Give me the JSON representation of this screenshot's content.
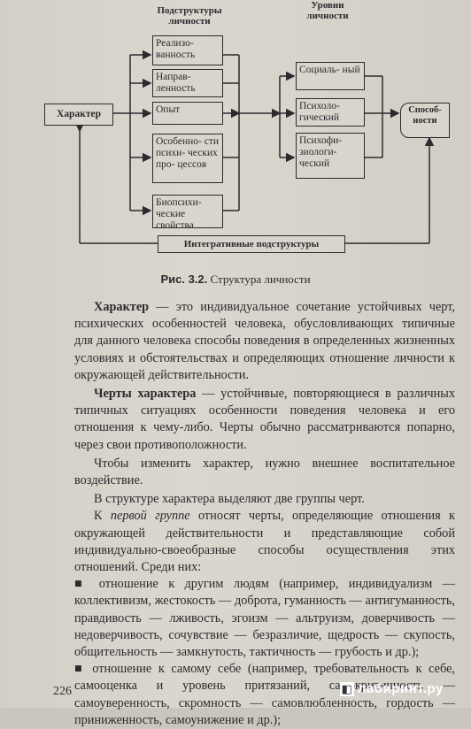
{
  "diagram": {
    "header_substructures": "Подструктуры личности",
    "header_levels": "Уровни личности",
    "character": "Характер",
    "substructures": [
      "Реализо- ванность",
      "Направ- ленность",
      "Опыт",
      "Особенно- сти психи- ческих про- цессов",
      "Биопсихи- ческие свойства"
    ],
    "levels": [
      "Социаль- ный",
      "Психоло- гический",
      "Психофи- зиологи- ческий"
    ],
    "abilities": "Способ- ности",
    "integrative": "Интегративные подструктуры"
  },
  "caption": {
    "label": "Рис. 3.2.",
    "text": "Структура личности"
  },
  "paragraphs": {
    "p1_term": "Характер",
    "p1_text": " — это индивидуальное сочетание устойчивых черт, психических особенностей человека, обусловливающих типичные для данного человека способы поведения в определенных жизненных условиях и обстоятельствах и определяющих отношение личности к окружающей действительности.",
    "p2_term": "Черты характера",
    "p2_text": " — устойчивые, повторяющиеся в различных типичных ситуациях особенности поведения человека и его отношения к чему-либо. Черты обычно рассматриваются попарно, через свои противоположности.",
    "p3": "Чтобы изменить характер, нужно внешнее воспитательное воздействие.",
    "p4": "В структуре характера выделяют две группы черт.",
    "p5_start": "К ",
    "p5_italic": "первой группе",
    "p5_text": " относят черты, определяющие отношения к окружающей действительности и представляющие собой индивидуально-своеобразные способы осуществления этих отношений. Среди них:",
    "item1": "■ отношение к другим людям (например, индивидуализм — коллективизм, жестокость — доброта, гуманность — антигуманность, правдивость — лживость, эгоизм — альтруизм, доверчивость — недоверчивость, сочувствие — безразличие, щедрость — скупость, общительность — замкнутость, тактичность — грубость и др.);",
    "item2": "■ отношение к самому себе (например, требовательность к себе, самооценка и уровень притязаний, самокритичность — самоуверенность, скромность — самовлюбленность, гордость — приниженность, самоунижение и др.);"
  },
  "page_number": "226",
  "watermark": "лабиринт.ру"
}
